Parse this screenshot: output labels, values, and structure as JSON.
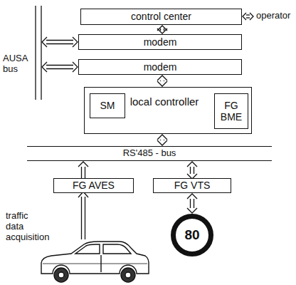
{
  "diagram": {
    "nodes": [
      {
        "text": [
          "control center"
        ]
      },
      {
        "text": [
          "modem"
        ]
      },
      {
        "text": [
          "modem"
        ]
      },
      {
        "text": [
          "local controller"
        ]
      },
      {
        "text": [
          "SM"
        ],
        "in": 3
      },
      {
        "text": [
          "FG BME"
        ],
        "in": 3
      },
      {
        "text": [
          "RS'485 - bus"
        ]
      },
      {
        "text": [
          "FG AVES"
        ]
      },
      {
        "text": [
          "FG VTS"
        ]
      },
      {
        "text": [
          "80"
        ]
      }
    ],
    "edges": [
      {
        "from": 0,
        "to": 1,
        "arrow": "both"
      },
      {
        "from": 2,
        "to": 3,
        "arrow": "both"
      },
      {
        "from": 3,
        "to": 6,
        "arrow": "both"
      },
      {
        "from": 7,
        "to": 6,
        "arrow": "to"
      },
      {
        "from": 8,
        "to": 6,
        "arrow": "both"
      },
      {
        "from": 8,
        "to": 9,
        "arrow": "both"
      }
    ],
    "labels": [
      "AUSA bus",
      "operator",
      "traffic data acquisition"
    ]
  }
}
